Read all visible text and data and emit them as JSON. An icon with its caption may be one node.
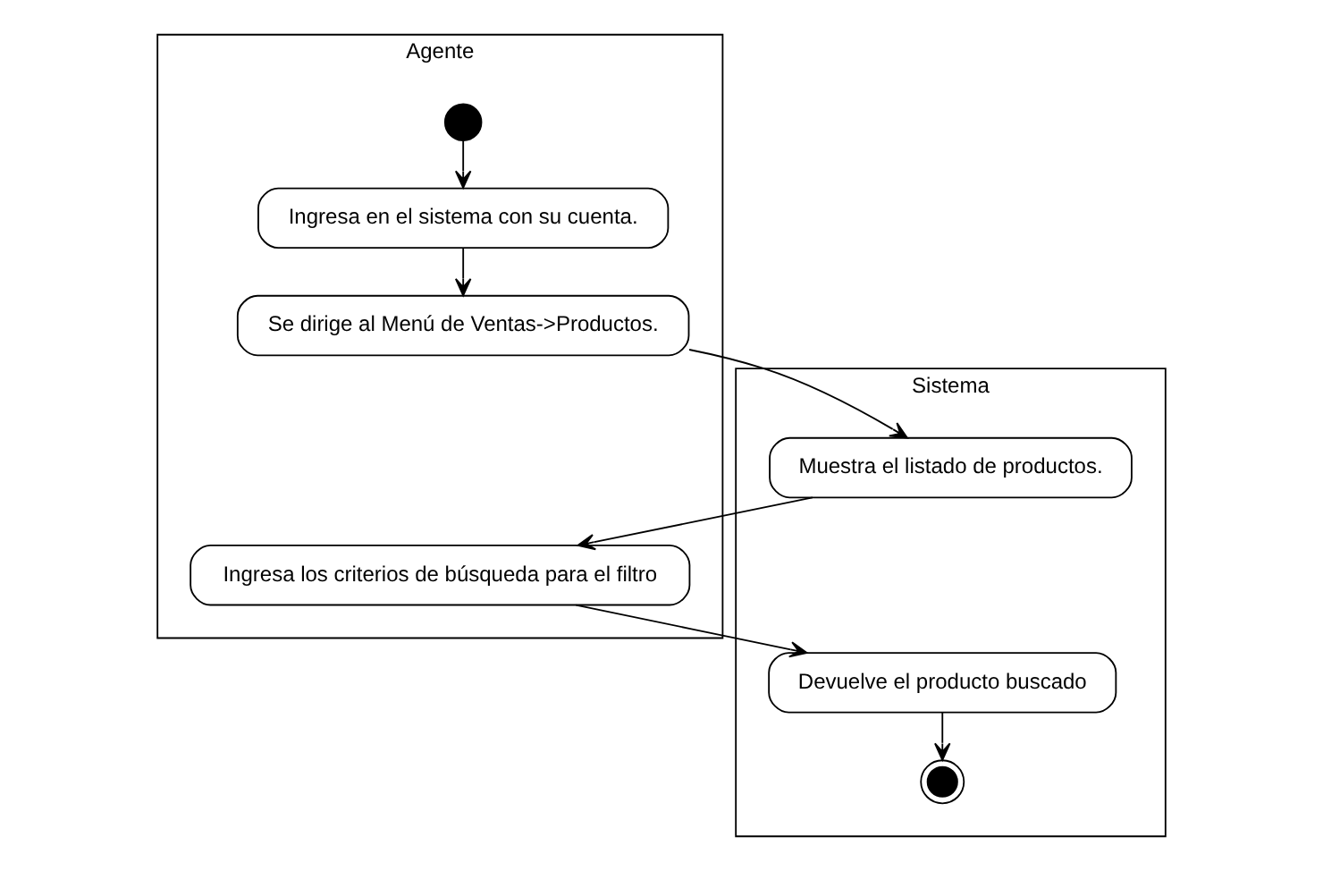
{
  "diagram": {
    "nodes": [
      {
        "text": [
          "Agente"
        ]
      },
      {
        "text": [],
        "shape": "circle",
        "in": 0
      },
      {
        "text": [
          "Ingresa en el sistema con su cuenta."
        ],
        "in": 0
      },
      {
        "text": [
          "Se dirige al Menú de Ventas->Productos."
        ],
        "in": 0
      },
      {
        "text": [
          "Ingresa los criterios de búsqueda para el filtro"
        ],
        "in": 0
      },
      {
        "text": [
          "Sistema"
        ]
      },
      {
        "text": [
          "Muestra el listado de productos."
        ],
        "in": 5
      },
      {
        "text": [
          "Devuelve el producto buscado"
        ],
        "in": 5
      },
      {
        "text": [],
        "shape": "circle",
        "in": 5
      }
    ],
    "edges": [
      {
        "from": 1,
        "to": 2,
        "arrow": "to"
      },
      {
        "from": 2,
        "to": 3,
        "arrow": "to"
      },
      {
        "from": 3,
        "to": 6,
        "arrow": "to"
      },
      {
        "from": 6,
        "to": 4,
        "arrow": "to"
      },
      {
        "from": 4,
        "to": 7,
        "arrow": "to"
      },
      {
        "from": 7,
        "to": 8,
        "arrow": "to"
      }
    ]
  }
}
